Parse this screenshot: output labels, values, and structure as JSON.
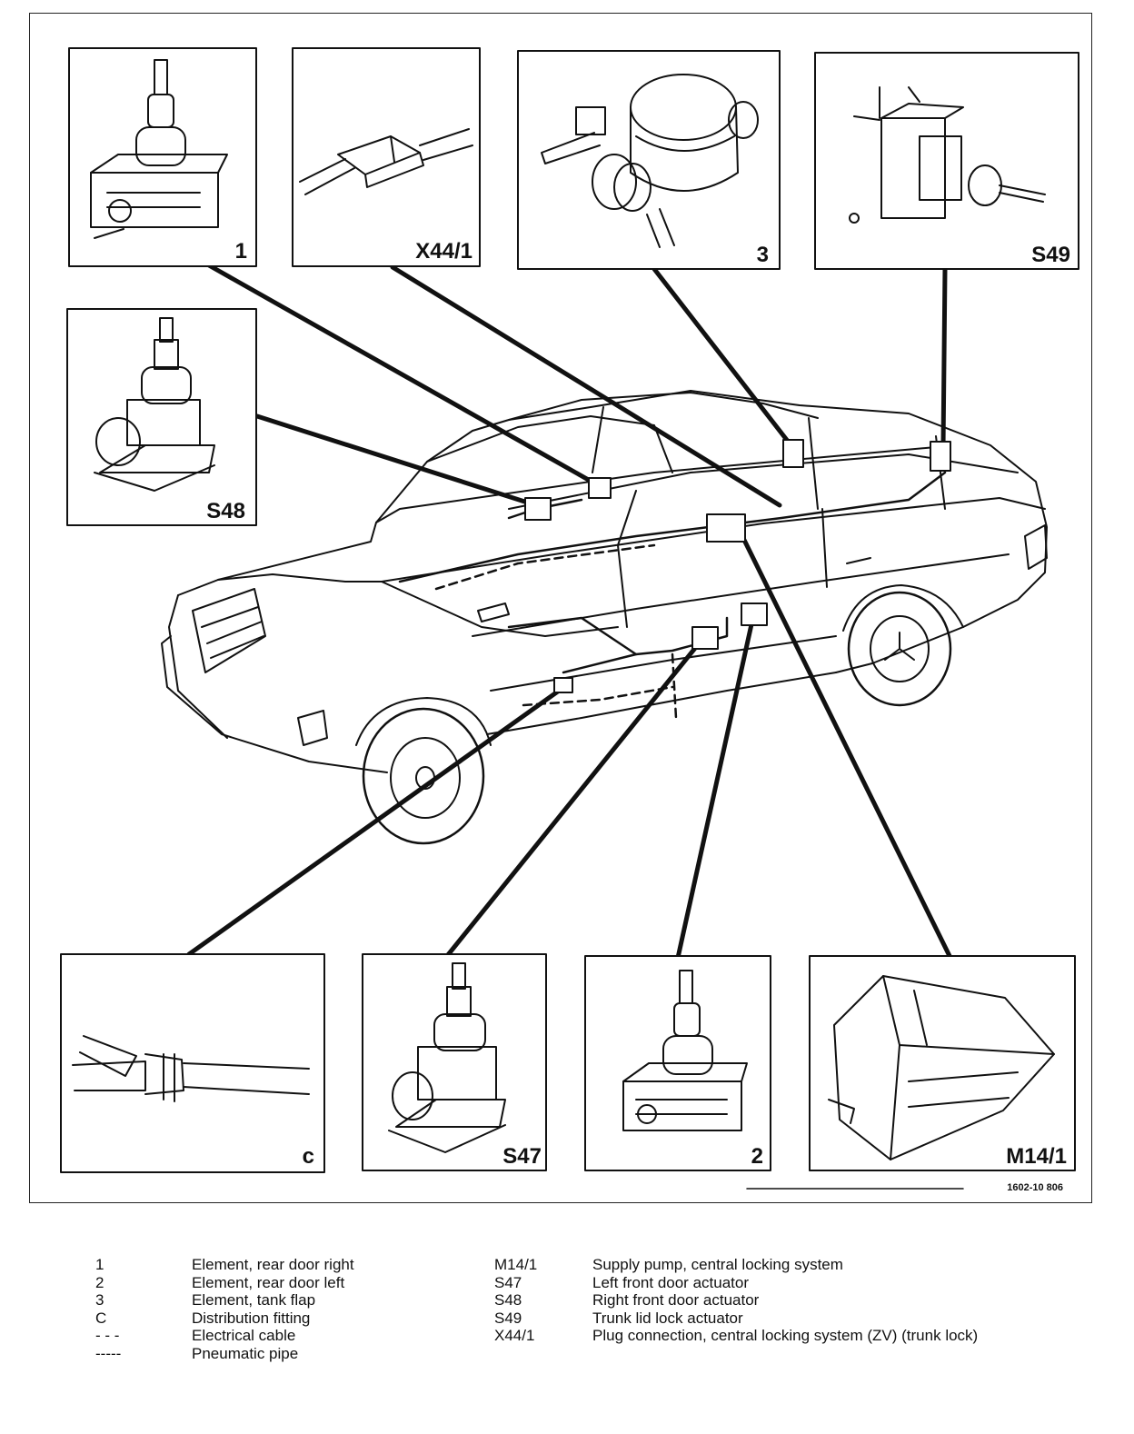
{
  "panels": {
    "p1": "1",
    "x44": "X44/1",
    "p3": "3",
    "s49": "S49",
    "s48": "S48",
    "c": "c",
    "s47": "S47",
    "p2": "2",
    "m14": "M14/1"
  },
  "doc_number": "1602-10 806",
  "legend_left": [
    {
      "code": "1",
      "text": "Element, rear door right"
    },
    {
      "code": "2",
      "text": "Element, rear door left"
    },
    {
      "code": "3",
      "text": "Element, tank flap"
    },
    {
      "code": "C",
      "text": "Distribution fitting"
    },
    {
      "code": "- - -",
      "text": "Electrical cable"
    },
    {
      "code": "-----",
      "text": "Pneumatic pipe"
    }
  ],
  "legend_right": [
    {
      "code": "M14/1",
      "text": "Supply pump, central locking system"
    },
    {
      "code": "S47",
      "text": "Left front door actuator"
    },
    {
      "code": "S48",
      "text": "Right front door actuator"
    },
    {
      "code": "S49",
      "text": "Trunk lid lock actuator"
    },
    {
      "code": "X44/1",
      "text": "Plug connection, central locking system (ZV) (trunk lock)"
    }
  ]
}
